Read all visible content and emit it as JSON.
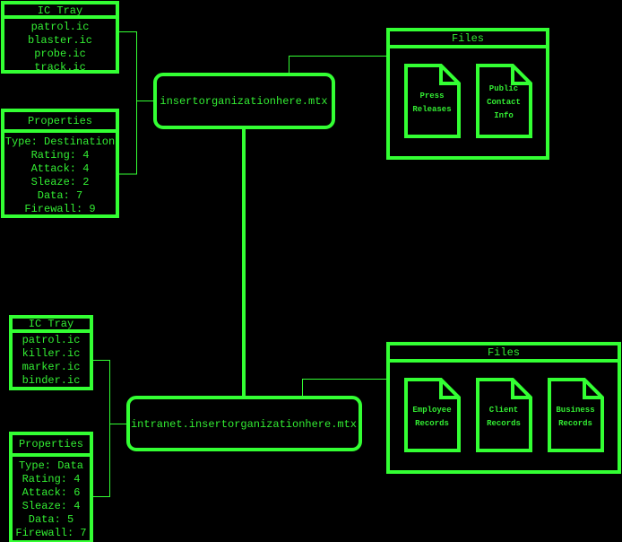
{
  "accent_color": "#33ff33",
  "background_color": "#000000",
  "nodes": [
    {
      "name": "insertorganizationhere.mtx",
      "ic_tray": {
        "title": "IC Tray",
        "items": [
          "patrol.ic",
          "blaster.ic",
          "probe.ic",
          "track.ic"
        ]
      },
      "properties": {
        "title": "Properties",
        "items": [
          "Type: Destination",
          "Rating: 4",
          "Attack: 4",
          "Sleaze: 2",
          "Data: 7",
          "Firewall: 9"
        ]
      },
      "files": {
        "title": "Files",
        "items": [
          {
            "lines": [
              "Press",
              "Releases"
            ],
            "icon": "document-icon"
          },
          {
            "lines": [
              "Public",
              "Contact",
              "Info"
            ],
            "icon": "document-icon"
          }
        ]
      }
    },
    {
      "name": "intranet.insertorganizationhere.mtx",
      "ic_tray": {
        "title": "IC Tray",
        "items": [
          "patrol.ic",
          "killer.ic",
          "marker.ic",
          "binder.ic"
        ]
      },
      "properties": {
        "title": "Properties",
        "items": [
          "Type: Data",
          "Rating: 4",
          "Attack: 6",
          "Sleaze: 4",
          "Data: 5",
          "Firewall: 7"
        ]
      },
      "files": {
        "title": "Files",
        "items": [
          {
            "lines": [
              "Employee",
              "Records"
            ],
            "icon": "document-icon"
          },
          {
            "lines": [
              "Client",
              "Records"
            ],
            "icon": "document-icon"
          },
          {
            "lines": [
              "Business",
              "Records"
            ],
            "icon": "document-icon"
          }
        ]
      }
    }
  ]
}
